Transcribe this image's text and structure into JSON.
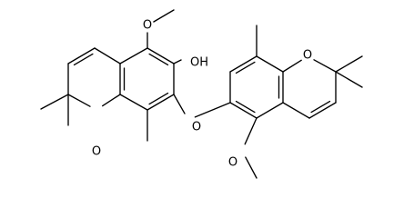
{
  "structure": {
    "atoms": [
      {
        "id": "o_left_ring",
        "symbol": "O"
      },
      {
        "id": "o_hydroxyl",
        "symbol": "OH"
      },
      {
        "id": "o_bridge",
        "symbol": "O"
      },
      {
        "id": "o_right_ring",
        "symbol": "O"
      },
      {
        "id": "o_methoxy_top",
        "symbol": "O"
      },
      {
        "id": "o_methoxy_bottom",
        "symbol": "O"
      }
    ]
  }
}
